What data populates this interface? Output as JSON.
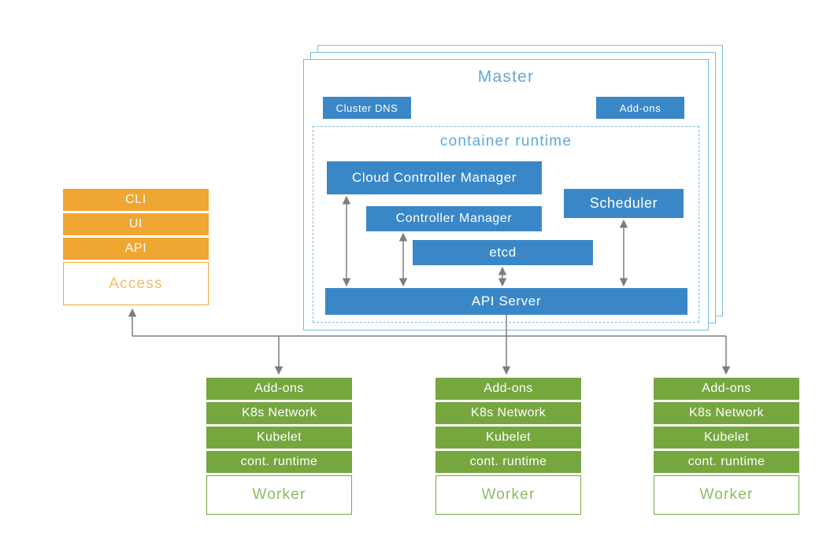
{
  "diagram": {
    "master": {
      "title": "Master",
      "cluster_dns": "Cluster DNS",
      "addons": "Add-ons",
      "container_runtime": "container runtime",
      "cloud_controller_manager": "Cloud Controller Manager",
      "controller_manager": "Controller Manager",
      "scheduler": "Scheduler",
      "etcd": "etcd",
      "api_server": "API Server"
    },
    "access": {
      "items": [
        "CLI",
        "UI",
        "API"
      ],
      "label": "Access"
    },
    "worker": {
      "rows": [
        "Add-ons",
        "K8s Network",
        "Kubelet",
        "cont. runtime"
      ],
      "label": "Worker"
    },
    "colors": {
      "blue": "#3a87c8",
      "blue_border": "#7cb9e2",
      "blue_text": "#5fa8d9",
      "orange": "#f0a632",
      "orange_text": "#f2bc66",
      "green": "#76a73f",
      "green_text": "#8fba62",
      "arrow_gray": "#7d7d7d"
    }
  }
}
